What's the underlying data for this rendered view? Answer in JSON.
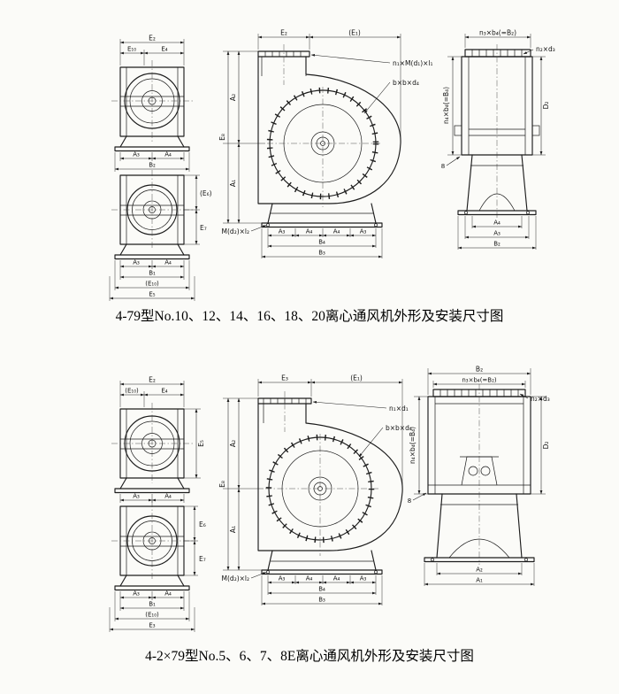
{
  "captions": {
    "figure1": "4-79型No.10、12、14、16、18、20离心通风机外形及安装尺寸图",
    "figure2": "4-2×79型No.5、6、7、8E离心通风机外形及安装尺寸图"
  },
  "figure1": {
    "inlet_top_view": {
      "overall_width": "E₂",
      "seg_left": "E₁₀",
      "seg_right": "E₄",
      "foot_left": "A₃",
      "foot_right": "A₄",
      "base_width": "B₂"
    },
    "inlet_bottom_view": {
      "side_upper": "(E₆)",
      "side_lower": "E₇",
      "foot_left": "A₃",
      "foot_right": "A₄",
      "row_b1": "B₁",
      "row_e10": "(E₁₀)",
      "row_e5": "E₅"
    },
    "side_view": {
      "top_left": "E₂",
      "top_right": "(E₁)",
      "height_overall": "E₈",
      "height_upper": "A₂",
      "height_lower": "A₁",
      "anchor_bolt": "M(d₂)×l₂",
      "flange_callout": "n₁×M(d₁)×l₁",
      "key_callout": "b×b×d₄",
      "seg1": "A₃",
      "seg2": "A₄",
      "seg3": "A₄",
      "seg4": "A₃",
      "row_b4": "B₄",
      "row_b3": "B₃"
    },
    "rear_view": {
      "flange_pitch": "n₃×b₄(=B₂)",
      "hole_callout": "n₂×d₃",
      "side_pitch": "n₄×b₄(=B₄)",
      "plate_thk": "8",
      "diameter": "D₂",
      "row_a4": "A₄",
      "row_a3": "A₃",
      "row_b2": "B₂"
    }
  },
  "figure2": {
    "inlet_top_view": {
      "overall_width": "E₂",
      "seg_left": "(E₁₀)",
      "seg_right": "E₄",
      "side_height": "E₅",
      "foot_left": "A₃",
      "foot_right": "A₄"
    },
    "inlet_bottom_view": {
      "side_upper": "E₆",
      "side_lower": "E₇",
      "foot_left": "A₃",
      "foot_right": "A₄",
      "row_b1": "B₁",
      "row_e10": "(E₁₀)",
      "row_e3": "E₃"
    },
    "side_view": {
      "top_left": "E₃",
      "top_right": "(E₁)",
      "height_overall": "E₈",
      "height_upper": "A₂",
      "height_lower": "A₁",
      "anchor_bolt": "M(d₂)×l₂",
      "flange_callout": "n₁×d₁",
      "key_callout": "b×b×d₄",
      "seg1": "A₃",
      "seg2": "A₄",
      "seg3": "A₄",
      "seg4": "A₃",
      "row_b4": "B₄",
      "row_b3": "B₃"
    },
    "rear_view": {
      "overall_width": "B₂",
      "flange_pitch": "n₃×b₄(=B₂)",
      "hole_callout": "n₂×d₃",
      "side_pitch": "n₄×b₄(=B₄)",
      "plate_thk": "8",
      "diameter": "D₂",
      "row_a2": "A₂",
      "row_a1": "A₁"
    }
  }
}
